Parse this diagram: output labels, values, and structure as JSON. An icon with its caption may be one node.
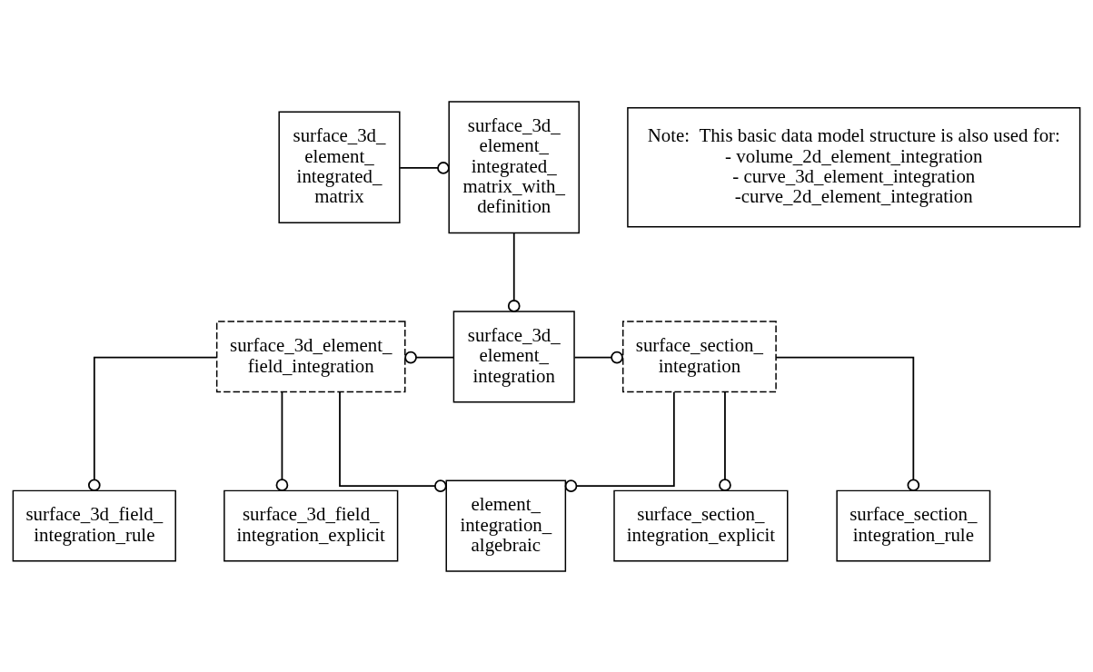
{
  "diagram": {
    "nodes": [
      {
        "text": [
          "surface_3d_ element_ integrated_ matrix"
        ]
      },
      {
        "text": [
          "surface_3d_ element_ integrated_ matrix_with_ definition"
        ]
      },
      {
        "text": [
          "Note:  This basic data model structure is also used for:",
          "- volume_2d_element_integration",
          "- curve_3d_element_integration",
          "-curve_2d_element_integration"
        ]
      },
      {
        "text": [
          "surface_3d_element_ field_integration"
        ]
      },
      {
        "text": [
          "surface_3d_ element_ integration"
        ]
      },
      {
        "text": [
          "surface_section_ integration"
        ]
      },
      {
        "text": [
          "surface_3d_field_ integration_rule"
        ]
      },
      {
        "text": [
          "surface_3d_field_ integration_explicit"
        ]
      },
      {
        "text": [
          "element_ integration_ algebraic"
        ]
      },
      {
        "text": [
          "surface_section_ integration_rule"
        ]
      },
      {
        "text": [
          "surface_section_ integration_explicit"
        ]
      }
    ],
    "edges": [
      {
        "from": 0,
        "to": 1,
        "arrow": "other"
      },
      {
        "from": 1,
        "to": 4,
        "arrow": "other"
      },
      {
        "from": 4,
        "to": 3,
        "arrow": "other"
      },
      {
        "from": 4,
        "to": 5,
        "arrow": "other"
      },
      {
        "from": 3,
        "to": 6,
        "arrow": "other"
      },
      {
        "from": 3,
        "to": 7,
        "arrow": "other"
      },
      {
        "from": 3,
        "to": 8,
        "arrow": "other"
      },
      {
        "from": 5,
        "to": 8,
        "arrow": "other"
      },
      {
        "from": 5,
        "to": 9,
        "arrow": "other"
      },
      {
        "from": 5,
        "to": 10,
        "arrow": "other"
      }
    ]
  }
}
